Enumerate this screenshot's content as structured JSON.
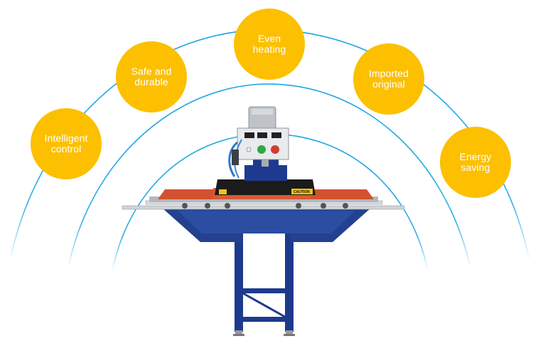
{
  "badges": [
    {
      "label": "Intelligent\ncontrol"
    },
    {
      "label": "Safe and\ndurable"
    },
    {
      "label": "Even\nheating"
    },
    {
      "label": "Imported\noriginal"
    },
    {
      "label": "Energy\nsaving"
    }
  ],
  "machine": {
    "caution_label": "CAUTION"
  },
  "colors": {
    "badge": "#fcc000",
    "arc": "#1aa4e4",
    "frame": "#1e3a8e",
    "platen": "#d25230"
  }
}
